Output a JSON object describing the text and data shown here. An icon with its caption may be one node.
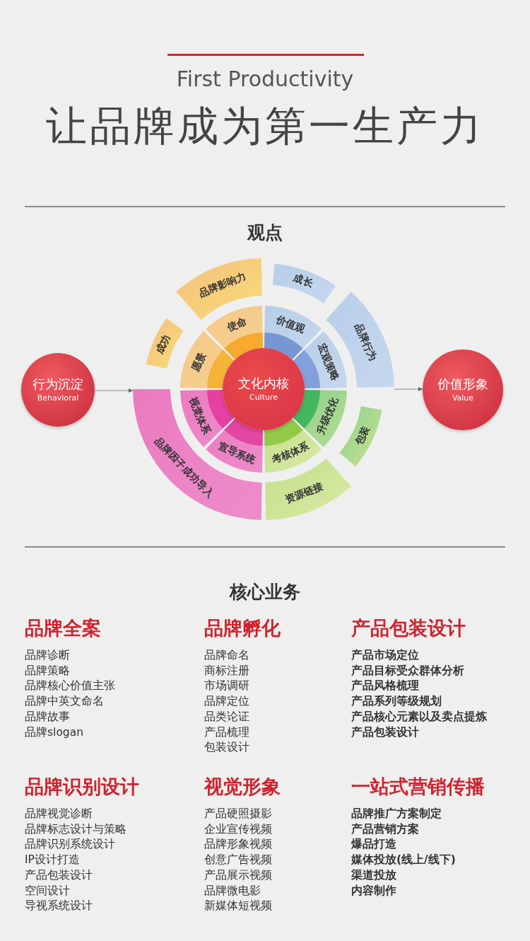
{
  "diagram": {
    "title": "让品牌成为第一生产力",
    "nodes": [
      {
        "text": [
          "行为沉淀",
          "Behavioral"
        ]
      },
      {
        "text": [
          "品牌影响力"
        ]
      },
      {
        "text": [
          "成长"
        ]
      },
      {
        "text": [
          "成功"
        ]
      },
      {
        "text": [
          "使命"
        ]
      },
      {
        "text": [
          "价值观"
        ]
      },
      {
        "text": [
          "品牌行为"
        ]
      },
      {
        "text": [
          "愿景"
        ]
      },
      {
        "text": [
          "宏观策略"
        ]
      },
      {
        "text": [
          "文化内核",
          "Culture"
        ]
      },
      {
        "text": [
          "价值形象",
          "Value"
        ]
      },
      {
        "text": [
          "视觉体系"
        ]
      },
      {
        "text": [
          "升级优化"
        ]
      },
      {
        "text": [
          "包装"
        ]
      },
      {
        "text": [
          "品牌因子成功导入"
        ]
      },
      {
        "text": [
          "宣导系统"
        ]
      },
      {
        "text": [
          "考核体系"
        ]
      },
      {
        "text": [
          "资源链接"
        ]
      }
    ],
    "edges": [
      {
        "from": 0,
        "to": 14,
        "arrow": "to"
      },
      {
        "from": 6,
        "to": 10,
        "arrow": "to"
      }
    ],
    "labels": [
      "First Productivity",
      "观点",
      "核心业务",
      "品牌全案",
      "品牌诊断",
      "品牌策略",
      "品牌核心价值主张",
      "品牌中英文命名",
      "品牌故事",
      "品牌slogan",
      "品牌孵化",
      "品牌命名",
      "商标注册",
      "市场调研",
      "品牌定位",
      "品类论证",
      "产品梳理",
      "包装设计",
      "产品包装设计",
      "产品市场定位",
      "产品目标受众群体分析",
      "产品风格梳理",
      "产品系列等级规划",
      "产品核心元素以及卖点提炼",
      "产品包装设计",
      "品牌识别设计",
      "品牌视觉诊断",
      "品牌标志设计与策略",
      "品牌识别系统设计",
      "IP设计打造",
      "产品包装设计",
      "空间设计",
      "导视系统设计",
      "视觉形象",
      "产品硬照摄影",
      "企业宣传视频",
      "品牌形象视频",
      "创意广告视频",
      "产品展示视频",
      "品牌微电影",
      "新媒体短视频",
      "一站式营销传播",
      "品牌推广方案制定",
      "产品营销方案",
      "爆品打造",
      "媒体投放(线上/线下)",
      "渠道投放",
      "内容制作"
    ]
  }
}
